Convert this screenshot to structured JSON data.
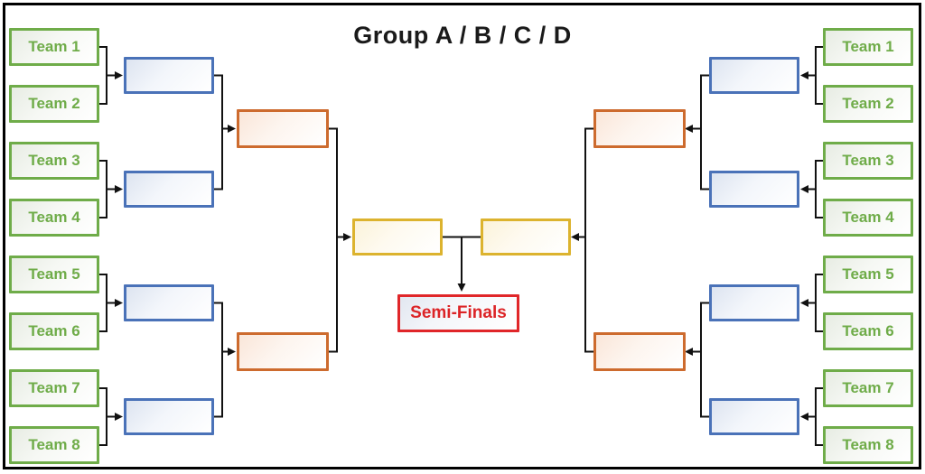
{
  "title": "Group A / B / C / D",
  "semi_finals_label": "Semi-Finals",
  "left_teams": [
    "Team 1",
    "Team 2",
    "Team 3",
    "Team 4",
    "Team 5",
    "Team 6",
    "Team 7",
    "Team 8"
  ],
  "right_teams": [
    "Team 1",
    "Team 2",
    "Team 3",
    "Team 4",
    "Team 5",
    "Team 6",
    "Team 7",
    "Team 8"
  ],
  "colors": {
    "team_border": "#6fac49",
    "team_text": "#6fac49",
    "round2_border": "#4a72b8",
    "round3_border": "#cd6b2e",
    "round4_border": "#dcb32e",
    "semi_border": "#e02629",
    "semi_text": "#dc2427",
    "connector": "#111111",
    "frame": "#000000"
  }
}
